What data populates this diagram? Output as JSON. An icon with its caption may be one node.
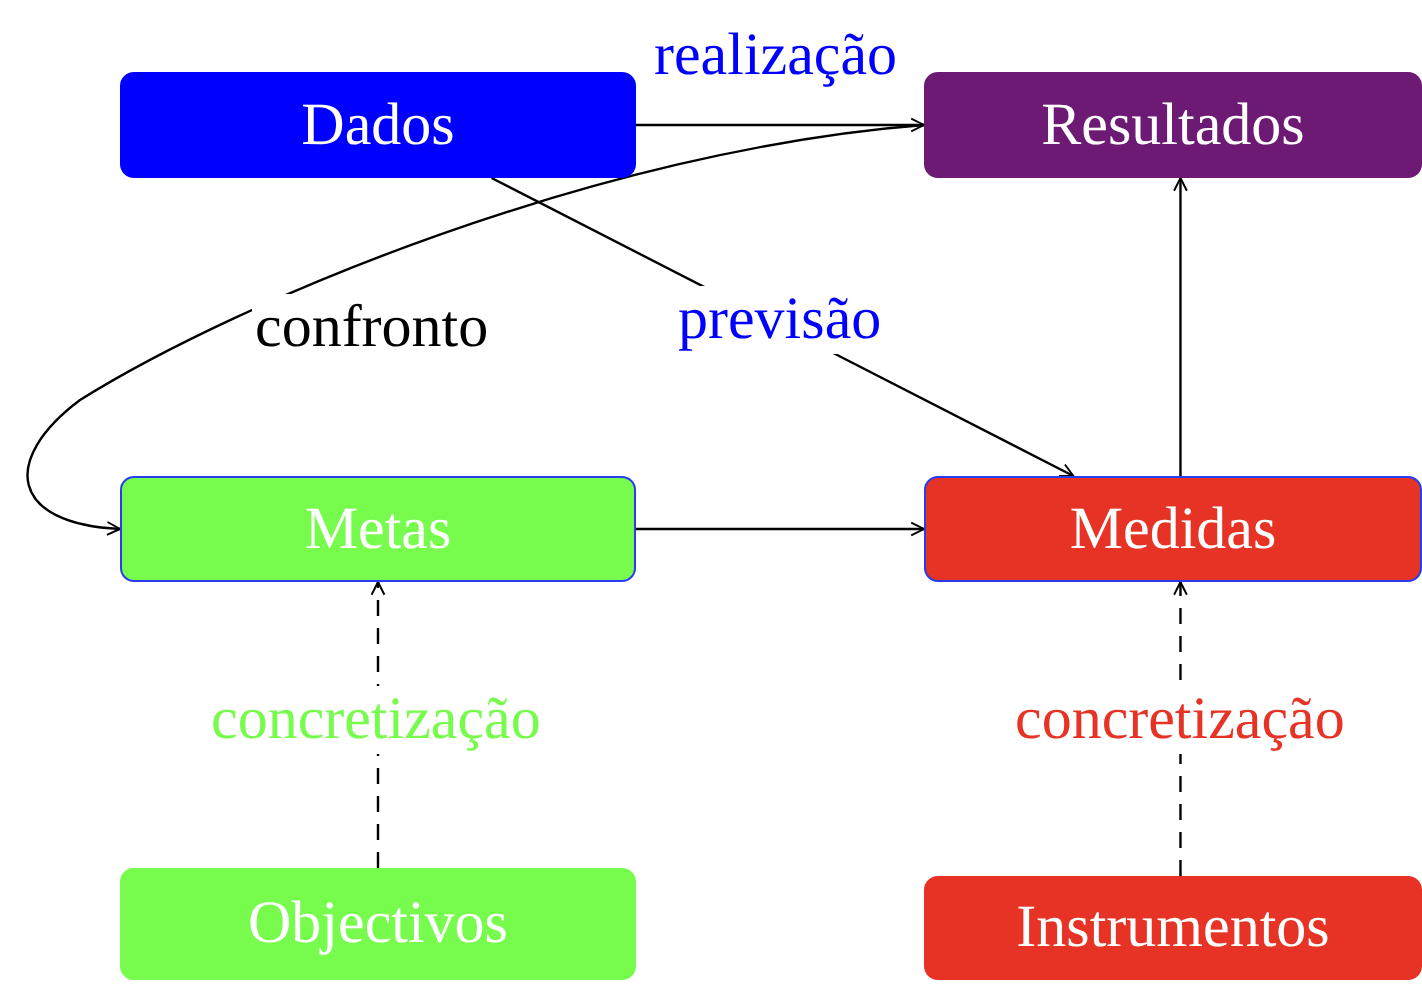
{
  "diagram": {
    "nodes": [
      {
        "text": [
          "Dados"
        ]
      },
      {
        "text": [
          "Resultados"
        ]
      },
      {
        "text": [
          "Metas"
        ]
      },
      {
        "text": [
          "Medidas"
        ]
      },
      {
        "text": [
          "Objectivos"
        ]
      },
      {
        "text": [
          "Instrumentos"
        ]
      }
    ],
    "edges": [
      {
        "from": 0,
        "to": 1,
        "arrow": "to",
        "label": "realização"
      },
      {
        "from": 0,
        "to": 3,
        "arrow": "to",
        "label": "previsão"
      },
      {
        "from": 1,
        "to": 2,
        "arrow": "to",
        "label": "confronto"
      },
      {
        "from": 2,
        "to": 3,
        "arrow": "to"
      },
      {
        "from": 3,
        "to": 1,
        "arrow": "to"
      },
      {
        "from": 4,
        "to": 2,
        "arrow": "to",
        "label": "concretização",
        "style": "dashed"
      },
      {
        "from": 5,
        "to": 3,
        "arrow": "to",
        "label": "concretização",
        "style": "dashed"
      }
    ]
  }
}
